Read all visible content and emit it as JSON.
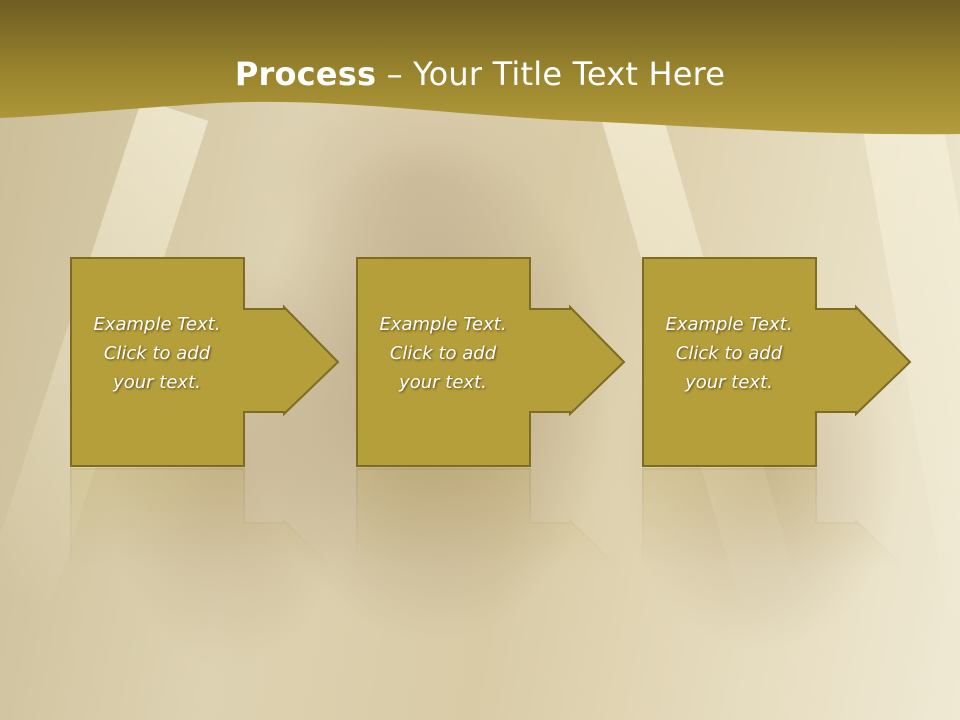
{
  "slide": {
    "title_bold": "Process",
    "title_rest": " – Your Title Text Here"
  },
  "steps": [
    {
      "line1": "Example Text.",
      "line2": "Click  to add",
      "line3": "your text."
    },
    {
      "line1": "Example Text.",
      "line2": "Click  to add",
      "line3": "your text."
    },
    {
      "line1": "Example Text.",
      "line2": "Click  to add",
      "line3": "your text."
    }
  ],
  "colors": {
    "header_band": "#a89233",
    "step_fill": "#b59f3b",
    "step_border": "#7d6c22",
    "title_text": "#ffffff",
    "step_text": "#ffffff"
  },
  "icons": {
    "step_shape": "arrow-right-callout"
  }
}
